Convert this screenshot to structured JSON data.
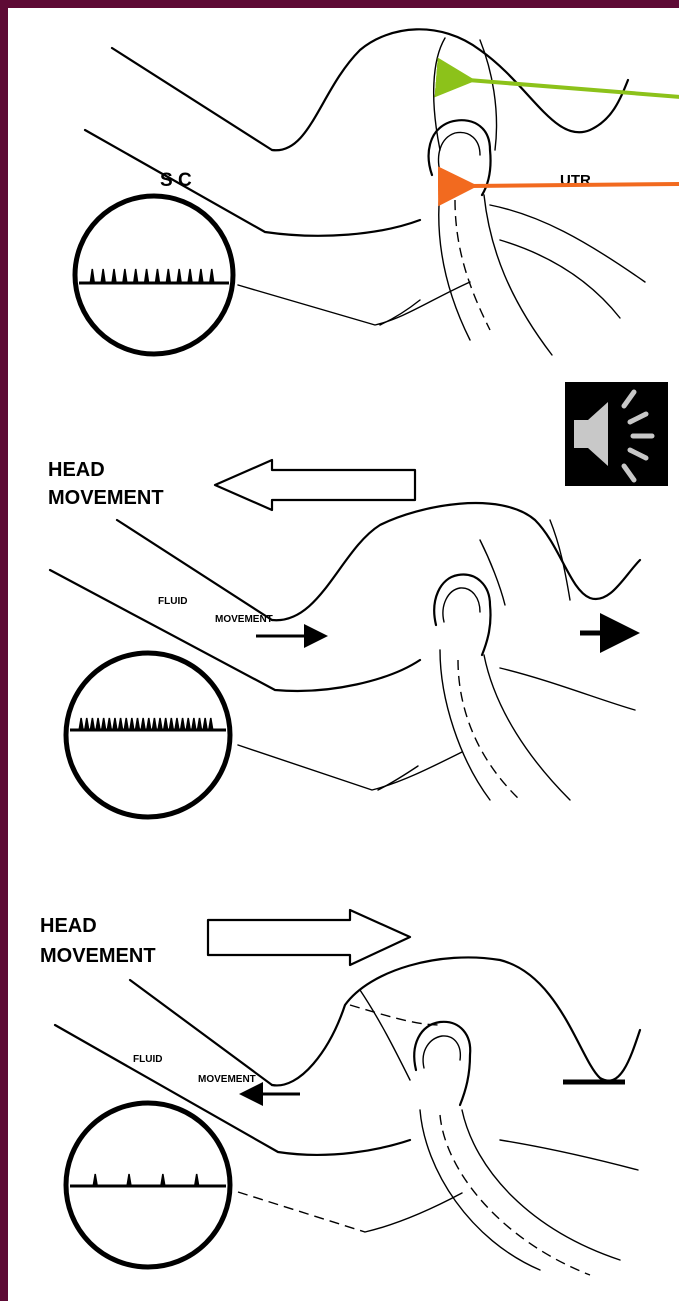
{
  "labels": {
    "sc": "S C",
    "utr": "UTR",
    "head_movement_line1": "HEAD",
    "head_movement_line2": "MOVEMENT",
    "fluid_line1": "FLUID",
    "fluid_line2": "MOVEMENT"
  },
  "colors": {
    "frame": "#5e0a35",
    "green_arrow": "#8cc21a",
    "orange_arrow": "#f26a1f",
    "speaker_bg": "#000000",
    "speaker_fg": "#c8c8c8"
  },
  "icons": [
    "speaker-icon"
  ],
  "recordings": {
    "panel1_spike_count": 12,
    "panel2_spike_count": 24,
    "panel3_spike_count": 4
  }
}
